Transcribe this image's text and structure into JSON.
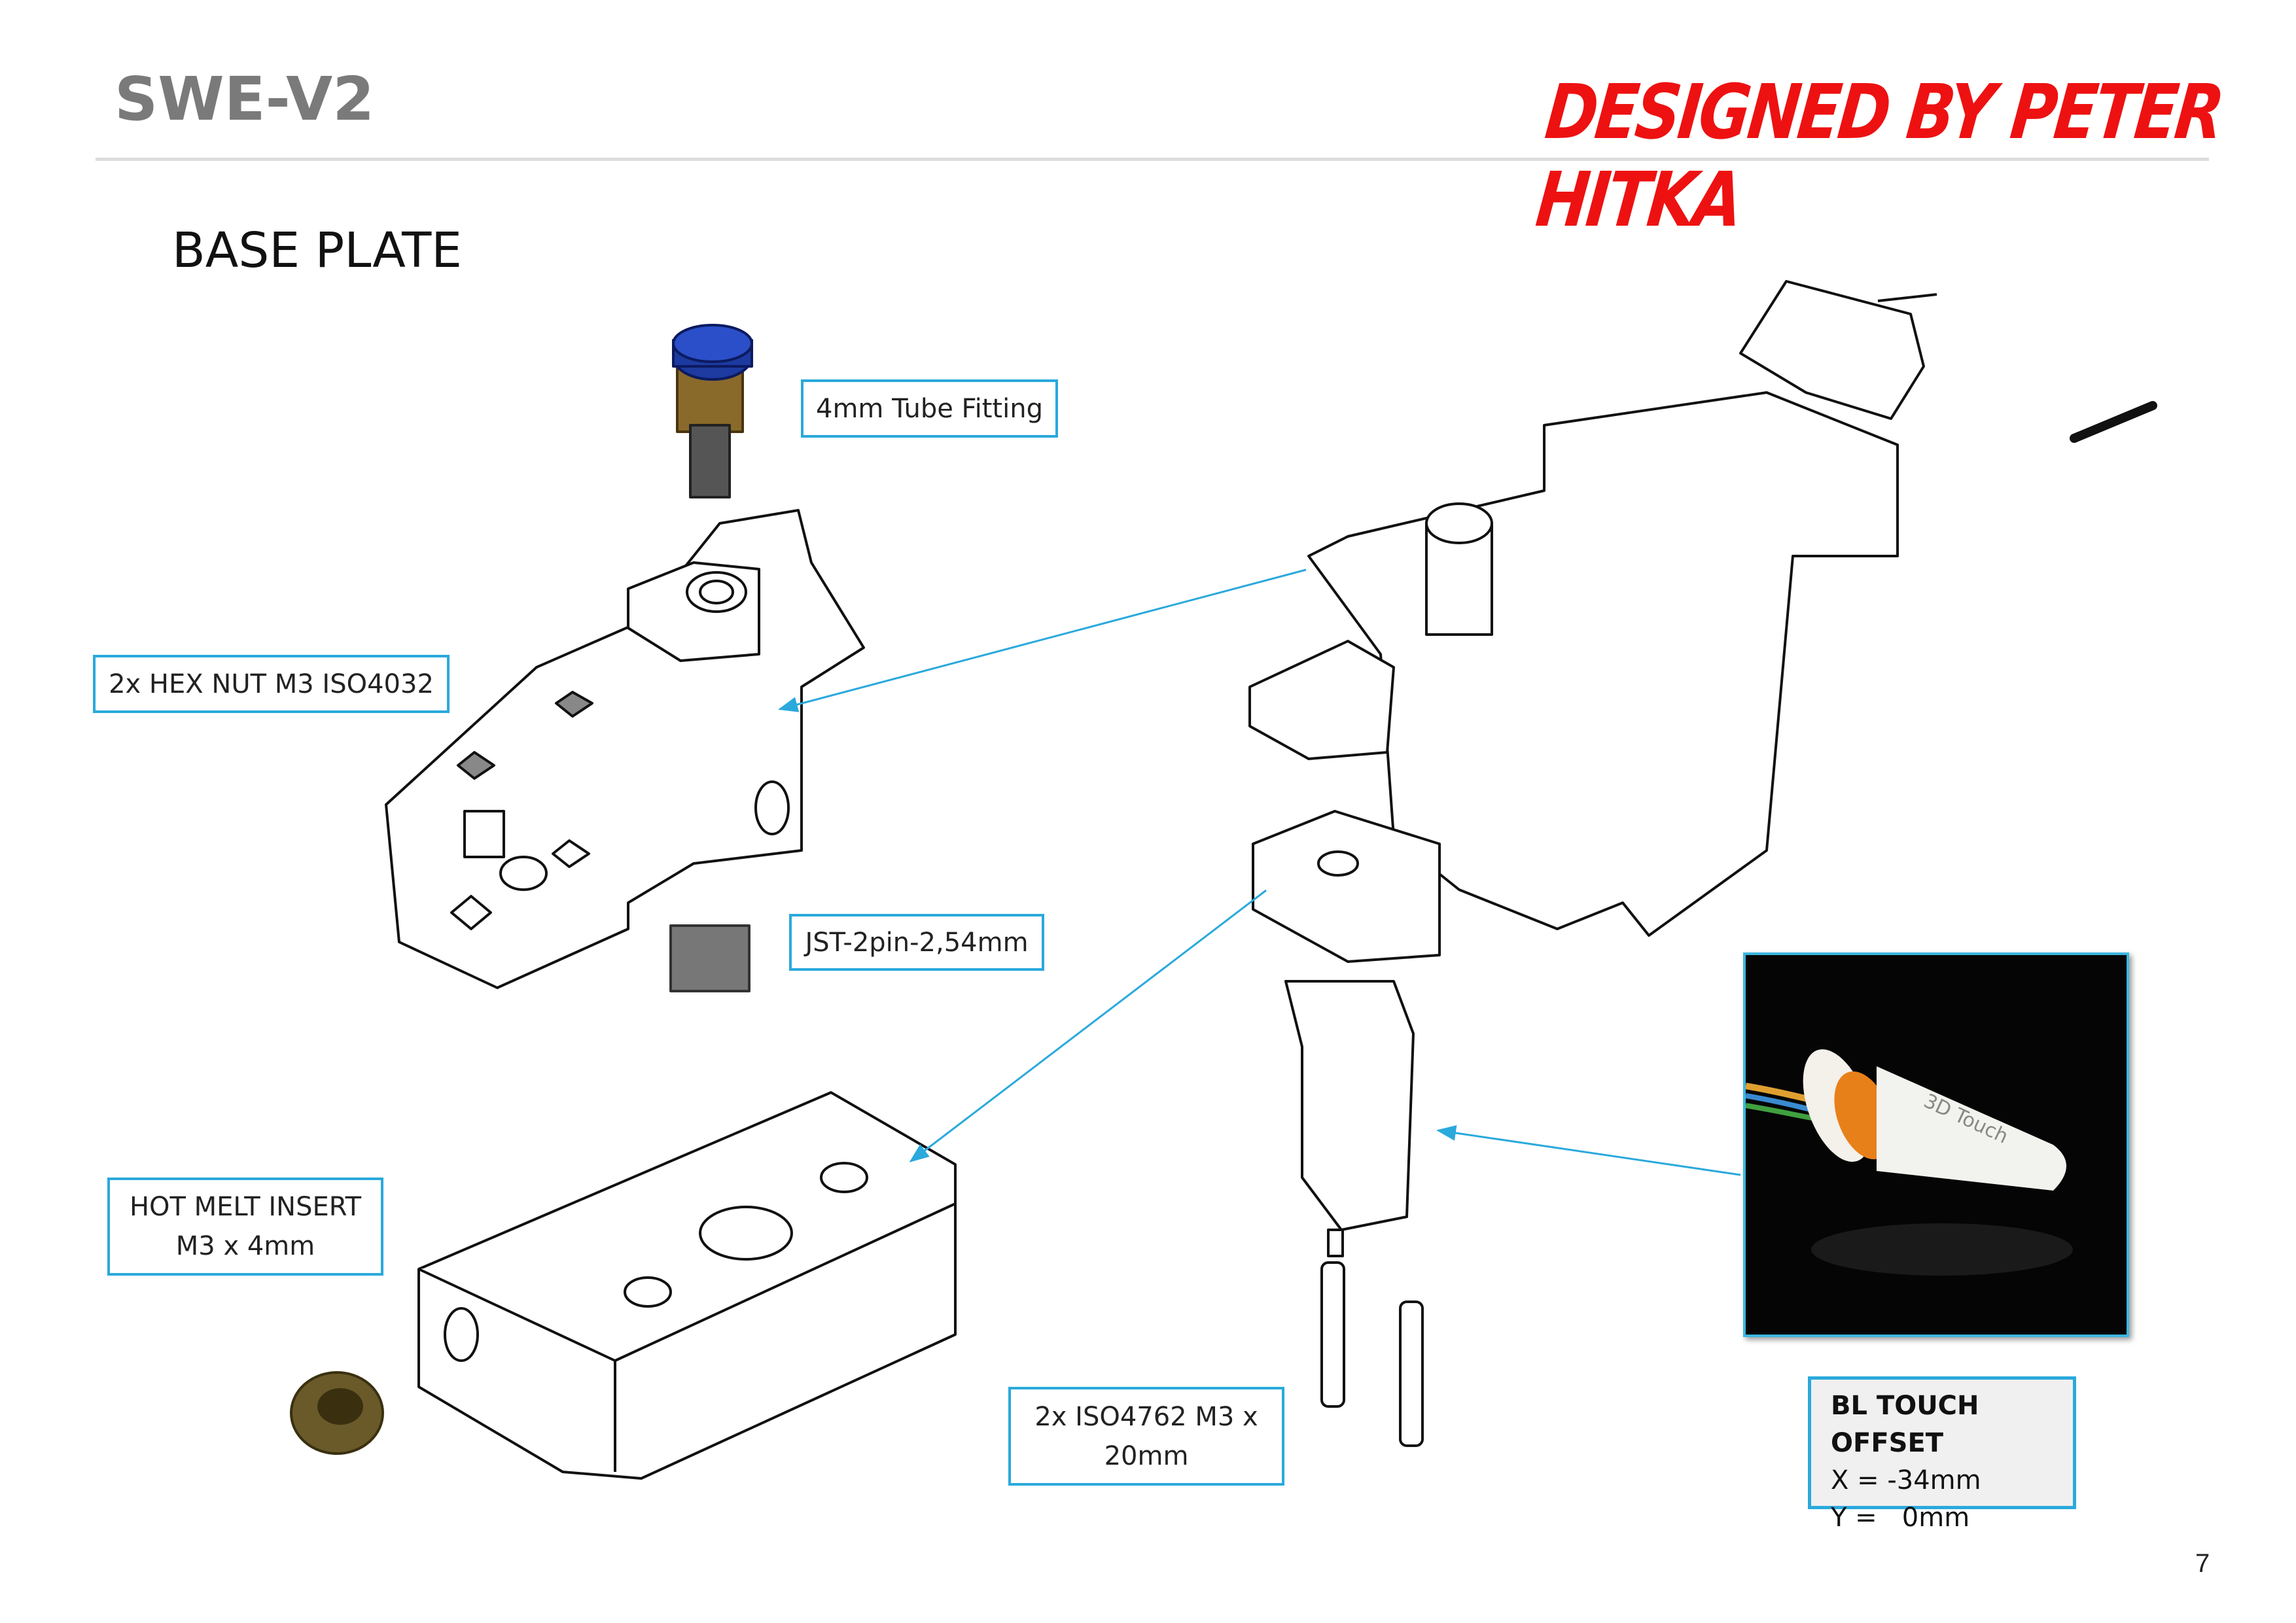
{
  "header": {
    "doc_id": "SWE-V2",
    "designer": "DESIGNED BY PETER HITKA"
  },
  "section_title": "BASE PLATE",
  "callouts": {
    "tube_fitting": "4mm Tube Fitting",
    "hex_nut": "2x HEX NUT M3 ISO4032",
    "jst": "JST-2pin-2,54mm",
    "hot_melt": [
      "HOT MELT INSERT",
      "M3 x 4mm"
    ],
    "screws": [
      "2x ISO4762 M3 x",
      "20mm"
    ]
  },
  "bl_touch_offset": {
    "title": "BL TOUCH OFFSET",
    "x": "X = -34mm",
    "y": "Y =   0mm"
  },
  "photo": {
    "label": "3D Touch"
  },
  "page_number": "7",
  "colors": {
    "accent": "#2aa9dc",
    "designer": "#ee1111",
    "header_gray": "#7a7a7a"
  }
}
